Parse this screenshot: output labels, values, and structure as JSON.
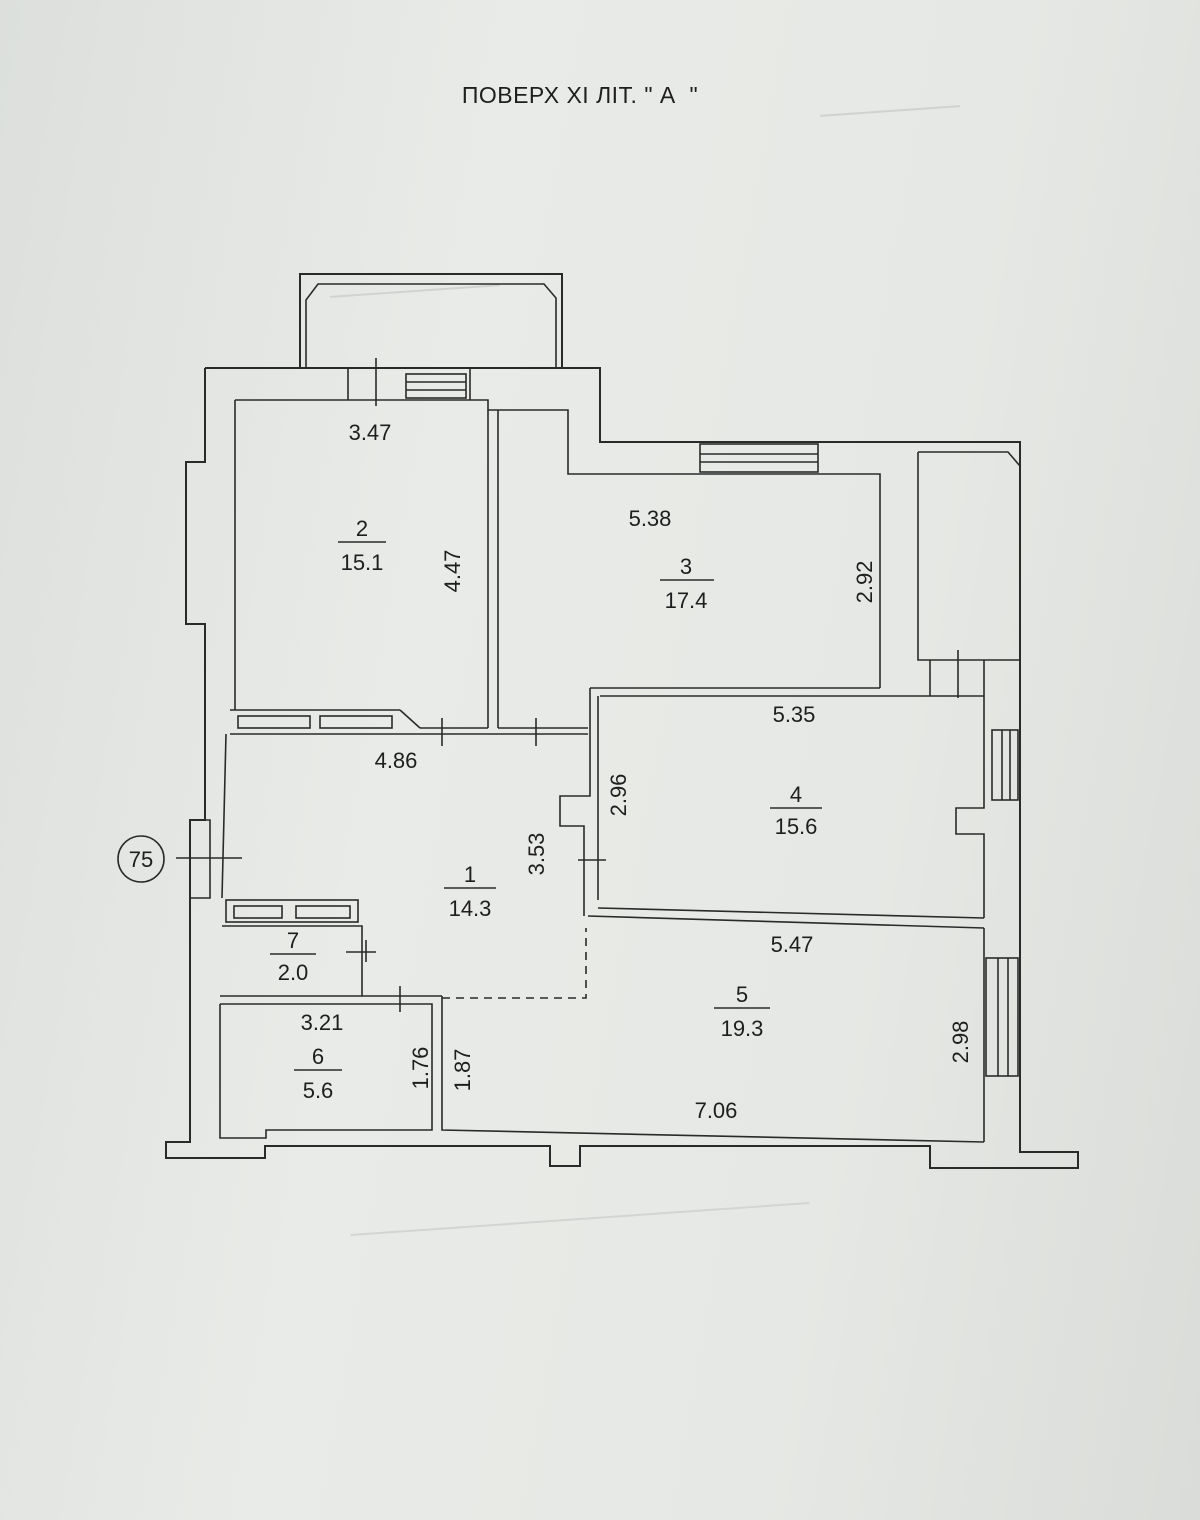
{
  "title": "ПОВЕРХ XI ЛІТ. \" А  \"",
  "axis_marker": "75",
  "rooms": [
    {
      "number": "1",
      "area": "14.3"
    },
    {
      "number": "2",
      "area": "15.1"
    },
    {
      "number": "3",
      "area": "17.4"
    },
    {
      "number": "4",
      "area": "15.6"
    },
    {
      "number": "5",
      "area": "19.3"
    },
    {
      "number": "6",
      "area": "5.6"
    },
    {
      "number": "7",
      "area": "2.0"
    }
  ],
  "dimensions": {
    "room2_width": "3.47",
    "room2_depth": "4.47",
    "room3_width": "5.38",
    "room3_depth": "2.92",
    "room4_width": "5.35",
    "room4_depth": "2.96",
    "room1_width": "4.86",
    "room1_depth": "3.53",
    "room5_width": "5.47",
    "room5_bottom": "7.06",
    "room5_depth": "2.98",
    "room6_width": "3.21",
    "room6_depth": "1.76",
    "corridor_depth": "1.87"
  }
}
